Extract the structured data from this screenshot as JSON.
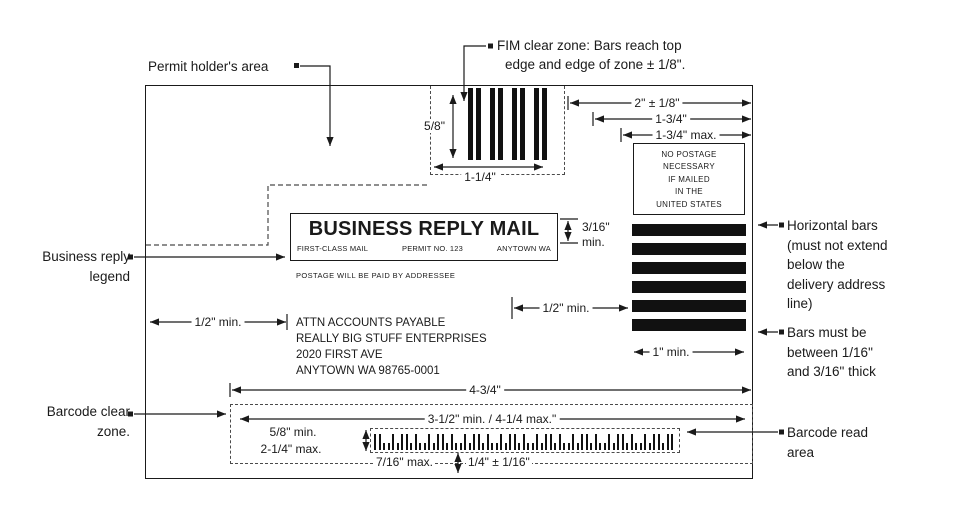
{
  "colors": {
    "ink": "#1a1a1a",
    "dash": "#4a4a4a",
    "bg": "#ffffff"
  },
  "callouts": {
    "permit_holder": "Permit holder's area",
    "fim_line1": "FIM clear zone: Bars reach top",
    "fim_line2": "edge and edge of zone ± 1/8\".",
    "business_reply": [
      "Business reply",
      "legend"
    ],
    "barcode_clear": [
      "Barcode clear",
      "zone."
    ],
    "horizontal_bars": [
      "Horizontal bars",
      "(must not extend",
      "below the",
      "delivery address",
      "line)"
    ],
    "bars_thickness": [
      "Bars must be",
      "between 1/16\"",
      "and 3/16\" thick"
    ],
    "barcode_read": [
      "Barcode read",
      "area"
    ]
  },
  "dimensions": {
    "fim_right_to_edge": "2\" ± 1/8\"",
    "one_three_quarter": "1-3/4\"",
    "one_three_quarter_max": "1-3/4\" max.",
    "fim_height": "5/8\"",
    "fim_width": "1-1/4\"",
    "legend_min": "3/16\"",
    "legend_min2": "min.",
    "left_margin": "1/2\" min.",
    "right_margin": "1/2\" min.",
    "barcode_zone_width": "4-3/4\"",
    "barcode_span": "3-1/2\" min. / 4-1/4 max.\"",
    "zone_height_min": "5/8\" min.",
    "zone_height_max": "2-1/4\" max.",
    "barcode_height": "7/16\" max.",
    "bottom_offset": "1/4\" ± 1/16\"",
    "bars_width": "1\" min."
  },
  "envelope": {
    "postage_notice": [
      "NO POSTAGE",
      "NECESSARY",
      "IF MAILED",
      "IN THE",
      "UNITED STATES"
    ],
    "brm_title": "BUSINESS REPLY MAIL",
    "brm_class": "FIRST-CLASS MAIL",
    "brm_permit": "PERMIT NO. 123",
    "brm_city": "ANYTOWN WA",
    "postage_paid": "POSTAGE WILL BE PAID BY ADDRESSEE",
    "address": [
      "ATTN ACCOUNTS PAYABLE",
      "REALLY BIG STUFF ENTERPRISES",
      "2020 FIRST AVE",
      "ANYTOWN WA 98765-0001"
    ]
  },
  "graphics": {
    "fim_bar_offsets": [
      0,
      8,
      22,
      30,
      44,
      52,
      66,
      74
    ],
    "horizontal_bar_count": 6,
    "postnet_pattern": "1100101101001011010010110100101101001011010010110100101101001011011"
  }
}
